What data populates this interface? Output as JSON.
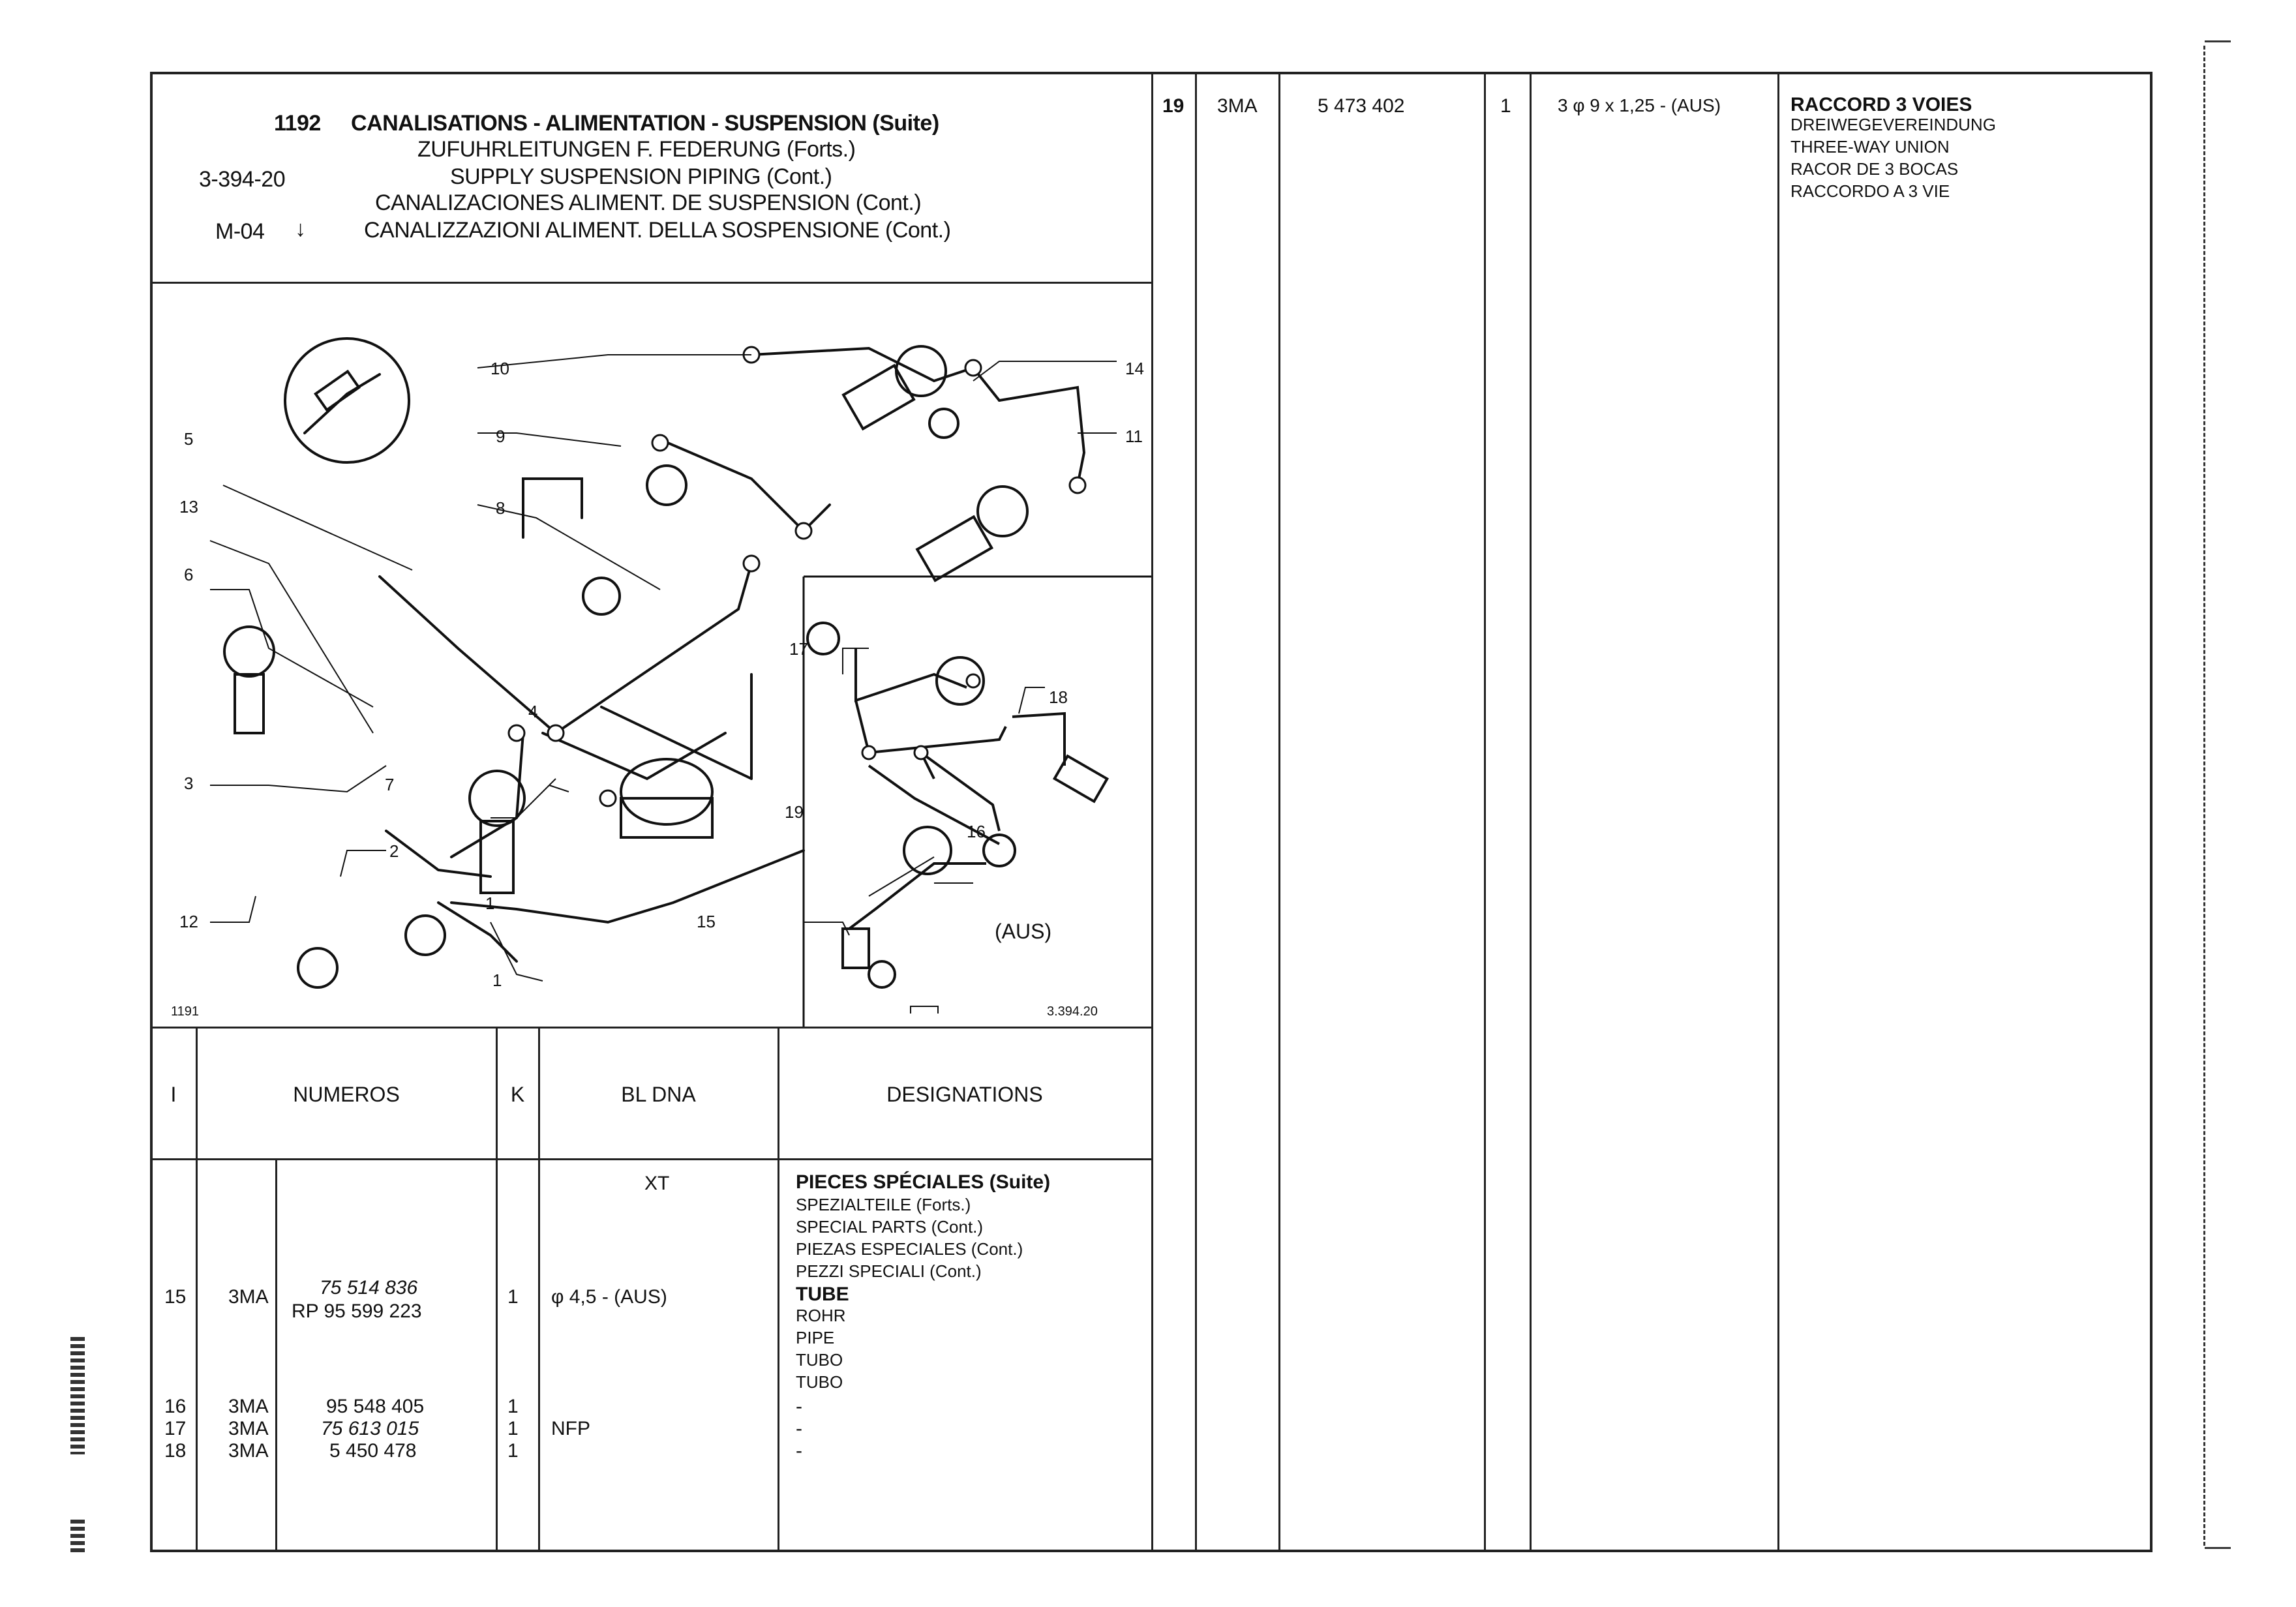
{
  "header": {
    "page_no": "1192",
    "group_code": "3-394-20",
    "model_code": "M-04",
    "titles": [
      "CANALISATIONS - ALIMENTATION - SUSPENSION (Suite)",
      "ZUFUHRLEITUNGEN F. FEDERUNG (Forts.)",
      "SUPPLY SUSPENSION PIPING (Cont.)",
      "CANALIZACIONES ALIMENT. DE SUSPENSION (Cont.)",
      "CANALIZZAZIONI ALIMENT. DELLA SOSPENSIONE (Cont.)"
    ]
  },
  "diagram": {
    "fig_left": "1191",
    "fig_ref": "3.394.20",
    "inset_label": "(AUS)",
    "callouts": [
      "1",
      "2",
      "3",
      "4",
      "5",
      "6",
      "7",
      "8",
      "9",
      "10",
      "11",
      "12",
      "13",
      "14",
      "15",
      "16",
      "17",
      "18",
      "19"
    ]
  },
  "table": {
    "headers": {
      "index": "I",
      "numeros": "NUMEROS",
      "k": "K",
      "bl_dna": "BL DNA",
      "designations": "DESIGNATIONS"
    },
    "xt": "XT",
    "section": {
      "title": "PIECES SPÉCIALES (Suite)",
      "lines": [
        "SPEZIALTEILE (Forts.)",
        "SPECIAL PARTS (Cont.)",
        "PIEZAS ESPECIALES (Cont.)",
        "PEZZI SPECIALI (Cont.)"
      ]
    },
    "rows": [
      {
        "idx": "15",
        "mark": "3MA",
        "num": "75 514 836",
        "num2": "RP 95 599 223",
        "k": "1",
        "bl": "φ 4,5 - (AUS)",
        "desig": "TUBE",
        "desig_lines": [
          "ROHR",
          "PIPE",
          "TUBO",
          "TUBO"
        ]
      },
      {
        "idx": "16",
        "mark": "3MA",
        "num": "95 548 405",
        "k": "1",
        "bl": "",
        "desig": "-"
      },
      {
        "idx": "17",
        "mark": "3MA",
        "num": "75 613 015",
        "k": "1",
        "bl": "NFP",
        "desig": "-"
      },
      {
        "idx": "18",
        "mark": "3MA",
        "num": "5 450 478",
        "k": "1",
        "bl": "",
        "desig": "-"
      }
    ],
    "right_row": {
      "idx": "19",
      "mark": "3MA",
      "num": "5 473 402",
      "k": "1",
      "bl": "3 φ 9 x 1,25 - (AUS)",
      "desig": "RACCORD 3 VOIES",
      "desig_lines": [
        "DREIWEGEVEREINDUNG",
        "THREE-WAY UNION",
        "RACOR DE 3 BOCAS",
        "RACCORDO A 3 VIE"
      ]
    }
  }
}
